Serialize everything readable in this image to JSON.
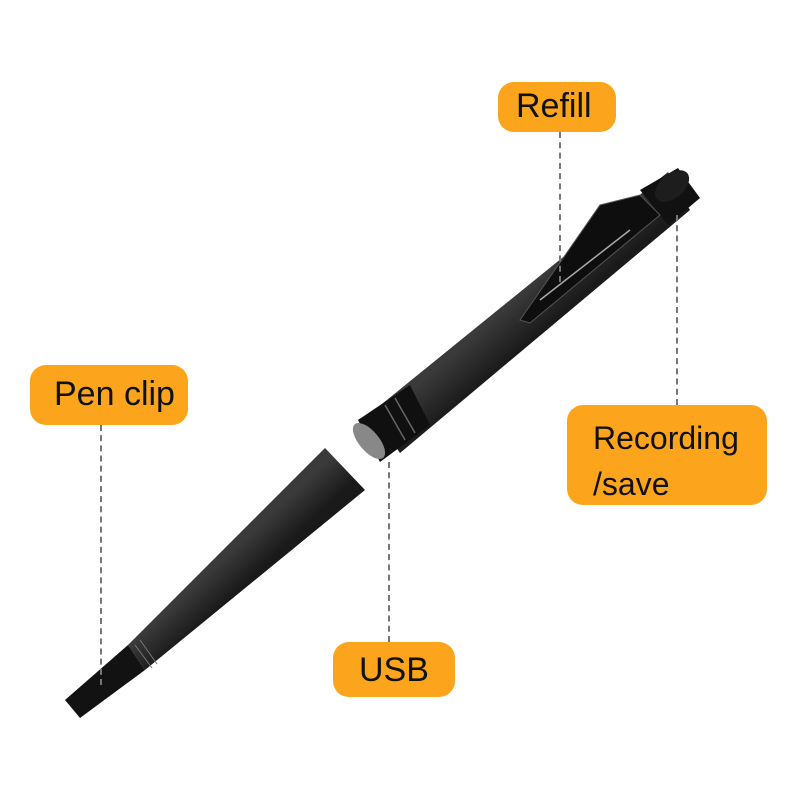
{
  "labels": {
    "refill": "Refill",
    "pen_clip": "Pen clip",
    "recording_line1": "Recording",
    "recording_line2": "/save",
    "usb": "USB"
  },
  "colors": {
    "label_bg": "#fca41b",
    "pen_body": "#141414",
    "leader_line": "#777777"
  }
}
